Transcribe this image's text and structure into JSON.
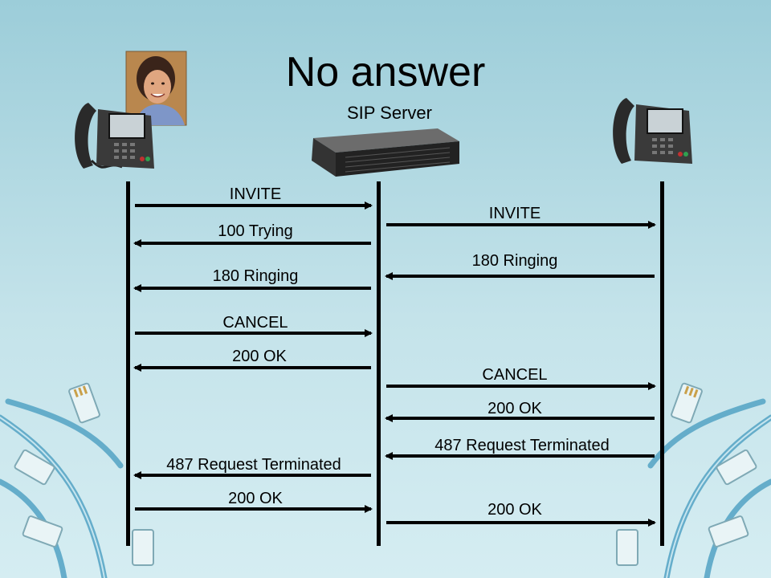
{
  "slide": {
    "title": "No answer",
    "server_label": "SIP Server",
    "colors": {
      "background": "#b5dbe5",
      "cable": "#5aa7c7",
      "arrow": "#000000"
    }
  },
  "messages": [
    {
      "id": "m1",
      "label": "INVITE"
    },
    {
      "id": "m2",
      "label": "INVITE"
    },
    {
      "id": "m3",
      "label": "100 Trying"
    },
    {
      "id": "m4",
      "label": "180 Ringing"
    },
    {
      "id": "m5",
      "label": "180 Ringing"
    },
    {
      "id": "m6",
      "label": "CANCEL"
    },
    {
      "id": "m7",
      "label": "200 OK"
    },
    {
      "id": "m8",
      "label": "CANCEL"
    },
    {
      "id": "m9",
      "label": "200 OK"
    },
    {
      "id": "m10",
      "label": "487 Request Terminated"
    },
    {
      "id": "m11",
      "label": "487 Request Terminated"
    },
    {
      "id": "m12",
      "label": "200 OK"
    },
    {
      "id": "m13",
      "label": "200 OK"
    }
  ],
  "icons": [
    "phone-icon",
    "person-photo-icon",
    "server-icon",
    "network-cable-icon"
  ]
}
